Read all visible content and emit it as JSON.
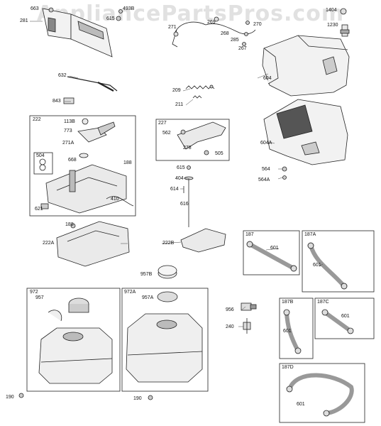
{
  "watermark": "AppliancePartsPros.com",
  "callouts": [
    {
      "id": "l663",
      "text": "663"
    },
    {
      "id": "l281",
      "text": "281"
    },
    {
      "id": "l493b",
      "text": "493B"
    },
    {
      "id": "l615a",
      "text": "615"
    },
    {
      "id": "l271",
      "text": "271"
    },
    {
      "id": "l269",
      "text": "269"
    },
    {
      "id": "l268",
      "text": "268"
    },
    {
      "id": "l270",
      "text": "270"
    },
    {
      "id": "l285",
      "text": "285"
    },
    {
      "id": "l267",
      "text": "267"
    },
    {
      "id": "l1404",
      "text": "1404"
    },
    {
      "id": "l1230",
      "text": "1230"
    },
    {
      "id": "l604",
      "text": "604"
    },
    {
      "id": "l632",
      "text": "632"
    },
    {
      "id": "l209",
      "text": "209"
    },
    {
      "id": "l843",
      "text": "843"
    },
    {
      "id": "l211",
      "text": "211"
    },
    {
      "id": "l113b",
      "text": "113B"
    },
    {
      "id": "l773",
      "text": "773"
    },
    {
      "id": "l271a",
      "text": "271A"
    },
    {
      "id": "l668",
      "text": "668"
    },
    {
      "id": "l188a",
      "text": "188"
    },
    {
      "id": "l410",
      "text": "410"
    },
    {
      "id": "l621",
      "text": "621"
    },
    {
      "id": "l562",
      "text": "562"
    },
    {
      "id": "l278",
      "text": "278"
    },
    {
      "id": "l505",
      "text": "505"
    },
    {
      "id": "l604a",
      "text": "604A"
    },
    {
      "id": "l615b",
      "text": "615"
    },
    {
      "id": "l404",
      "text": "404"
    },
    {
      "id": "l614",
      "text": "614"
    },
    {
      "id": "l616",
      "text": "616"
    },
    {
      "id": "l564",
      "text": "564"
    },
    {
      "id": "l564a",
      "text": "564A"
    },
    {
      "id": "l188b",
      "text": "188"
    },
    {
      "id": "l222a",
      "text": "222A"
    },
    {
      "id": "l222b",
      "text": "222B"
    },
    {
      "id": "l957b",
      "text": "957B"
    },
    {
      "id": "l957",
      "text": "957"
    },
    {
      "id": "l957a",
      "text": "957A"
    },
    {
      "id": "l956",
      "text": "956"
    },
    {
      "id": "l240",
      "text": "240"
    },
    {
      "id": "l190a",
      "text": "190"
    },
    {
      "id": "l190b",
      "text": "190"
    },
    {
      "id": "l601a",
      "text": "601"
    },
    {
      "id": "l601b",
      "text": "601"
    },
    {
      "id": "l601c",
      "text": "601"
    },
    {
      "id": "l601d",
      "text": "601"
    },
    {
      "id": "l601e",
      "text": "601"
    }
  ],
  "boxes": [
    {
      "id": "b222",
      "text": "222"
    },
    {
      "id": "b504",
      "text": "504"
    },
    {
      "id": "b227",
      "text": "227"
    },
    {
      "id": "b187",
      "text": "187"
    },
    {
      "id": "b187a",
      "text": "187A"
    },
    {
      "id": "b972",
      "text": "972"
    },
    {
      "id": "b972a",
      "text": "972A"
    },
    {
      "id": "b187b",
      "text": "187B"
    },
    {
      "id": "b187c",
      "text": "187C"
    },
    {
      "id": "b187d",
      "text": "187D"
    }
  ],
  "colors": {
    "line": "#222222",
    "part_fill": "#f2f2f2",
    "shade": "#9a9a9a",
    "watermark": "#d8d8d8"
  }
}
